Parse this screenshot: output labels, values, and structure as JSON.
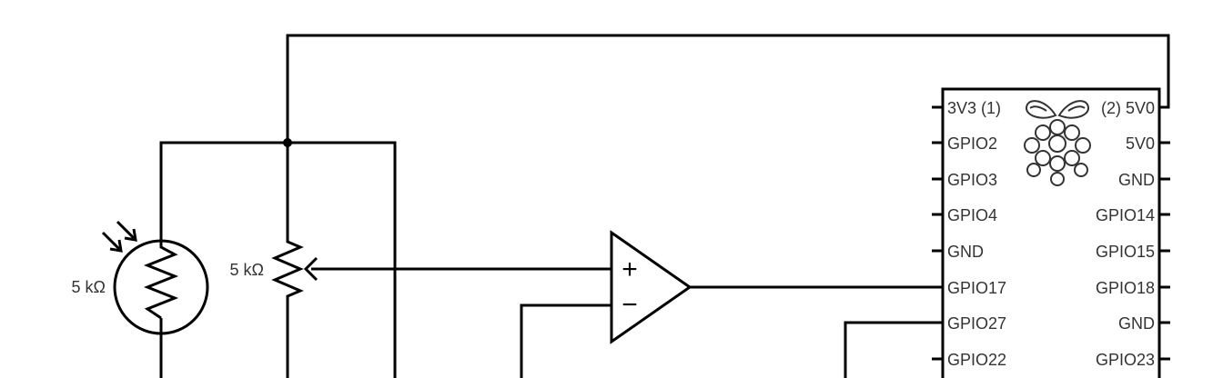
{
  "components": {
    "photoresistor": {
      "value": "5 kΩ"
    },
    "potentiometer": {
      "value": "5 kΩ"
    },
    "comparator": {
      "plus": "+",
      "minus": "−"
    }
  },
  "raspberry_pi": {
    "logo": "raspberry-pi-logo",
    "left_pins": [
      "3V3 (1)",
      "GPIO2",
      "GPIO3",
      "GPIO4",
      "GND",
      "GPIO17",
      "GPIO27",
      "GPIO22"
    ],
    "right_pins": [
      "(2) 5V0",
      "5V0",
      "GND",
      "GPIO14",
      "GPIO15",
      "GPIO18",
      "GND",
      "GPIO23"
    ]
  }
}
